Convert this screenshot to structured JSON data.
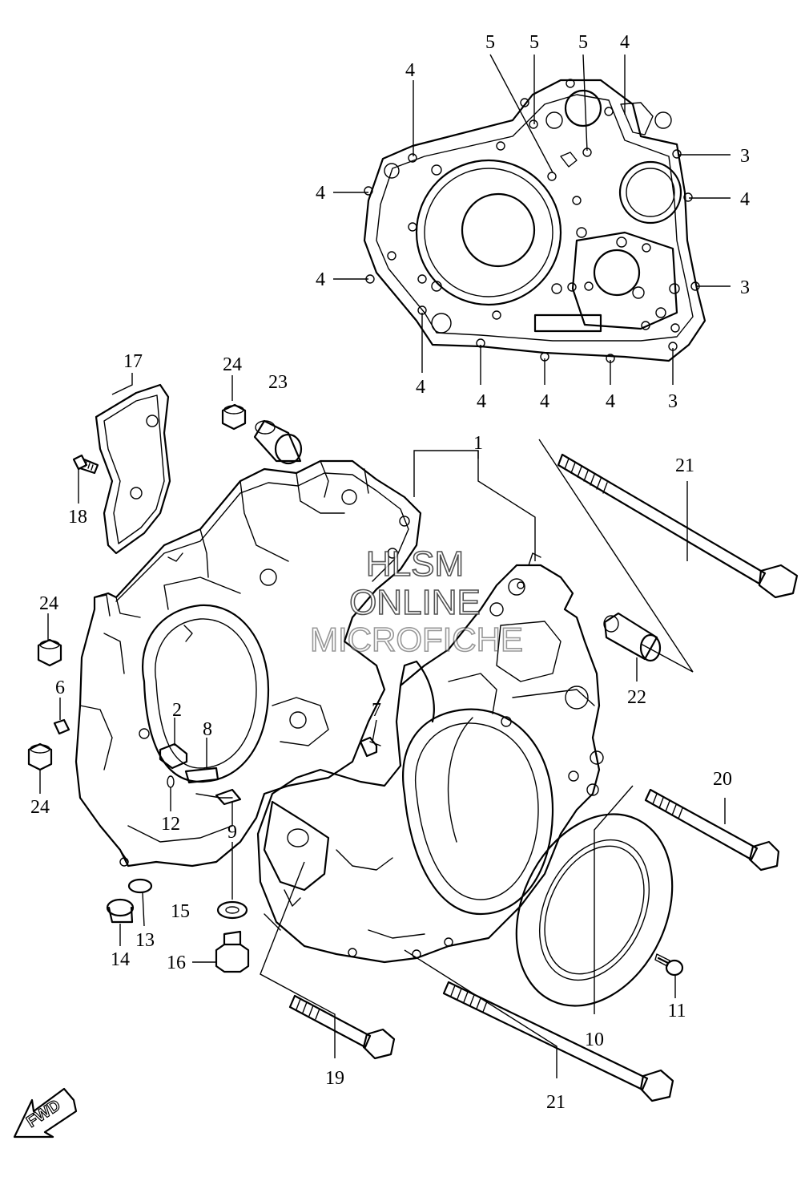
{
  "watermark": {
    "line1": "HLSM",
    "line2": "ONLINE",
    "line3": "MICROFICHE"
  },
  "direction_label": "FWD",
  "callouts": {
    "c1": "1",
    "c2": "2",
    "c3": "3",
    "c4": "4",
    "c5": "5",
    "c6": "6",
    "c7": "7",
    "c8": "8",
    "c9": "9",
    "c10": "10",
    "c11": "11",
    "c12": "12",
    "c13": "13",
    "c14": "14",
    "c15": "15",
    "c16": "16",
    "c17": "17",
    "c18": "18",
    "c19": "19",
    "c20": "20",
    "c21": "21",
    "c22": "22",
    "c23": "23",
    "c24": "24"
  }
}
